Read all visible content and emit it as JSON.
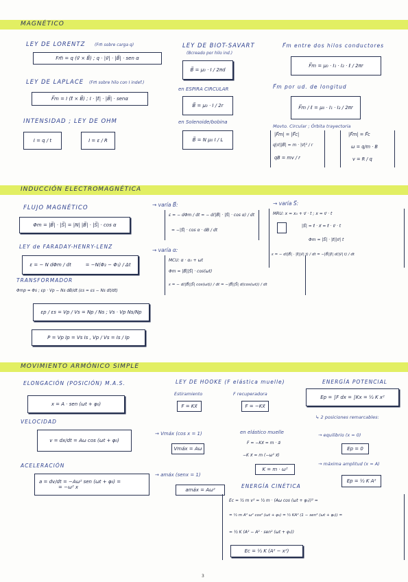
{
  "sections": {
    "magnetico": "MAGNÉTICO",
    "induccion": "INDUCCIÓN ELECTROMAGNÉTICA",
    "mas": "MOVIMIENTO ARMÓNICO SIMPLE"
  },
  "mag": {
    "lorentz_title": "LEY DE LORENTZ",
    "lorentz_note": "(Fm⃗ sobre carga q)",
    "lorentz_eq": "Fm⃗ = q (v⃗ × B⃗) ; q · |v⃗| · |B⃗| · sen α",
    "laplace_title": "LEY DE LAPLACE",
    "laplace_note": "(Fm⃗ sobre hilo con I indef.)",
    "laplace_eq": "F⃗m = I (ℓ⃗ × B⃗) ; I · |ℓ⃗| · |B⃗| · senα",
    "intensidad_title": "INTENSIDAD ; LEY DE OHM",
    "intensidad_eq": "I = q / t",
    "ohm_eq": "I = ε / R",
    "biot_title": "LEY DE BIOT-SAVART",
    "biot_note": "(Bcreado por hilo ind.)",
    "biot_eq": "B⃗ = μ₀ · I / 2πd",
    "espira_title": "en ESPIRA CIRCULAR",
    "espira_eq": "B⃗ = μ₀ · I / 2r",
    "solenoide_title": "en Solenoide/bobina",
    "solenoide_eq": "B⃗ = N μ₀ I / L",
    "hilos_title": "F⃗m entre dos hilos conductores",
    "hilos_eq": "F⃗m = μ₀ · I₁ · I₂ · ℓ / 2πr",
    "longitud_title": "F⃗m por ud. de longitud",
    "longitud_eq": "F⃗m / ℓ = μ₀ · I₁ · I₂ / 2πr",
    "circular_title": "Movto. Circular ; Órbita trayectoria",
    "circular_lines": [
      "|F⃗m| = |F⃗c|",
      "q|v⃗||B⃗| = m · |v⃗|² / r",
      "qB = mv / r"
    ],
    "orbita_lines": [
      "|F⃗m| = F⃗c",
      "ω = q/m · B",
      "v = R / q"
    ]
  },
  "ind": {
    "flujo_title": "FLUJO MAGNÉTICO",
    "flujo_eq": "Φm = |B⃗| · |S⃗| = |N| |B⃗| · |S⃗| · cos α",
    "faraday_title": "LEY de FARADAY-HENRY-LENZ",
    "faraday_eq1": "ε = − N dΦm / dt",
    "faraday_eq2": "= −N(Φ₂ − Φ₁) / Δt",
    "transf_title": "TRANSFORMADOR",
    "transf_line": "Φmp = Φs ; εp · Vp − Ns dB/dt (εs = εs − Ns dt/dt)",
    "transf_eq1": "εp / εs = Vp / Vs = Np / Ns ; Vs · Vp Ns/Np",
    "transf_eq2": "P = Vp Ip = Vs Is , Vp / Vs = Is / Ip",
    "varia_b": "→ varía B⃗:",
    "varia_b_lines": [
      "ε = − dΦm / dt = − d(|B⃗| · |S⃗| · cos α) / dt",
      "= −|S⃗| · cos α · dB / dt"
    ],
    "varia_a": "→ varía α:",
    "varia_a_lines": [
      "MCU: α · α₀ + ωt",
      "Φm = |B⃗||S⃗| · cos(ωt)",
      "ε = − d(|B⃗||S⃗| cos(ωt)) / dt = −|B⃗||S⃗| d(cos(ωt)) / dt"
    ],
    "varia_s": "→ varía S⃗:",
    "varia_s_lines": [
      "MRU: x = x₀ + v⃗ · t ; x = v⃗ · t",
      "|S⃗| = ℓ⃗ · x⃗ = ℓ⃗ · v⃗ · t",
      "Φm = |S⃗| · |ℓ⃗||v⃗| t",
      "ε = − d(|B⃗| · |ℓ⃗||v⃗| t) / dt = −|B⃗||ℓ⃗| d(|v⃗| t) / dt"
    ]
  },
  "mas": {
    "elong_title": "ELONGACIÓN (POSICIÓN) M.A.S.",
    "elong_eq": "x = A · sen (ωt + φ₀)",
    "vel_title": "VELOCIDAD",
    "vel_eq": "v = dx/dt = Aω cos (ωt + φ₀)",
    "acel_title": "ACELERACIÓN",
    "acel_eq1": "a = dv/dt = −Aω² sen (ωt + φ₀) =",
    "acel_eq2": "= −ω² x",
    "hooke_title": "LEY DE HOOKE (F elástica muelle)",
    "hooke_f1": "Estiramiento",
    "hooke_f2": "F recuperadora",
    "hooke_eq1": "F = Kx⃗",
    "hooke_eq2": "F = −Kx⃗",
    "vmax_label": "→ Vmáx (cos x = 1)",
    "vmax_eq": "Vmáx = Aω",
    "amax_label": "→ amáx (senx = 1)",
    "amax_eq": "amáx = Aω²",
    "elastico_title": "en elástico muelle",
    "elastico_lines": [
      "F = −Kx⃗ = m · a⃗",
      "−K x⃗ = m (−ω² x⃗)"
    ],
    "elastico_eq": "K = m · ω²",
    "ep_title": "ENERGÍA POTENCIAL",
    "ep_eq": "Ep = ∫F dx = ∫Kx = ½ K x²",
    "posiciones": "↳ 2 posiciones remarcables:",
    "equilibrio": "→ equilibrio (x = 0)",
    "ep0": "Ep = 0",
    "maxima": "→ máxima amplitud (x = A)",
    "epmax": "Ep = ½ K A²",
    "ec_title": "ENERGÍA CINÉTICA",
    "ec_lines": [
      "Ec = ½ m v² = ½ m · (Aω cos (ωt + φ₀))² =",
      "= ½ m A² ω² cos² (ωt + φ₀) = ½ KA² (1 − sen² (ωt + φ₀)) =",
      "= ½ K (A² − A² · sen² (ωt + φ₀))"
    ],
    "ec_final": "Ec = ½ K (A² − x²)"
  },
  "page_number": "3"
}
